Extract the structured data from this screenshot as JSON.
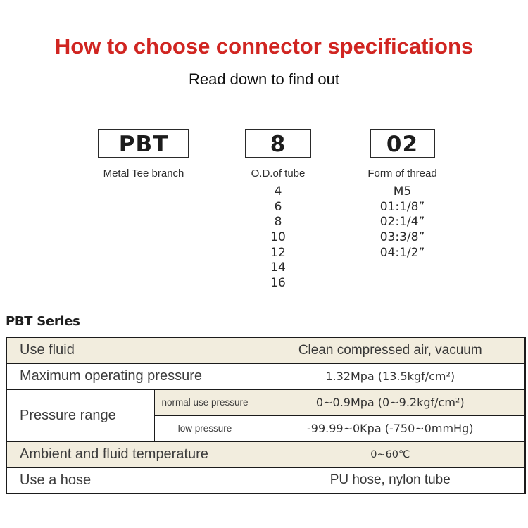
{
  "page": {
    "title": "How to choose connector specifications",
    "subtitle": "Read down to find out"
  },
  "model_code": {
    "boxes": [
      {
        "code": "PBT",
        "label": "Metal Tee branch"
      },
      {
        "code": "8",
        "label": "O.D.of tube"
      },
      {
        "code": "02",
        "label": "Form of thread"
      }
    ],
    "od_of_tube_options": [
      "4",
      "6",
      "8",
      "10",
      "12",
      "14",
      "16"
    ],
    "thread_options": [
      "M5",
      "01:1/8”",
      "02:1/4”",
      "03:3/8”",
      "04:1/2”"
    ]
  },
  "series": {
    "heading": "PBT Series",
    "specs": {
      "rows": [
        {
          "label": "Use fluid",
          "value": "Clean compressed air, vacuum"
        },
        {
          "label": "Maximum operating pressure",
          "value": "1.32Mpa (13.5kgf/cm²)"
        },
        {
          "label": "Pressure range",
          "sub_label": "normal use pressure",
          "value": "0~0.9Mpa (0~9.2kgf/cm²)"
        },
        {
          "sub_label": "low pressure",
          "value": "-99.99~0Kpa (-750~0mmHg)"
        },
        {
          "label": "Ambient and fluid temperature",
          "value": "0~60℃"
        },
        {
          "label": "Use a hose",
          "value": "PU hose, nylon tube"
        }
      ]
    }
  },
  "colors": {
    "accent_red": "#d02521",
    "row_beige": "#f2edde",
    "border_dark": "#1b1b1b",
    "label_gray": "#3b3b3b",
    "value_gray": "#333333"
  }
}
